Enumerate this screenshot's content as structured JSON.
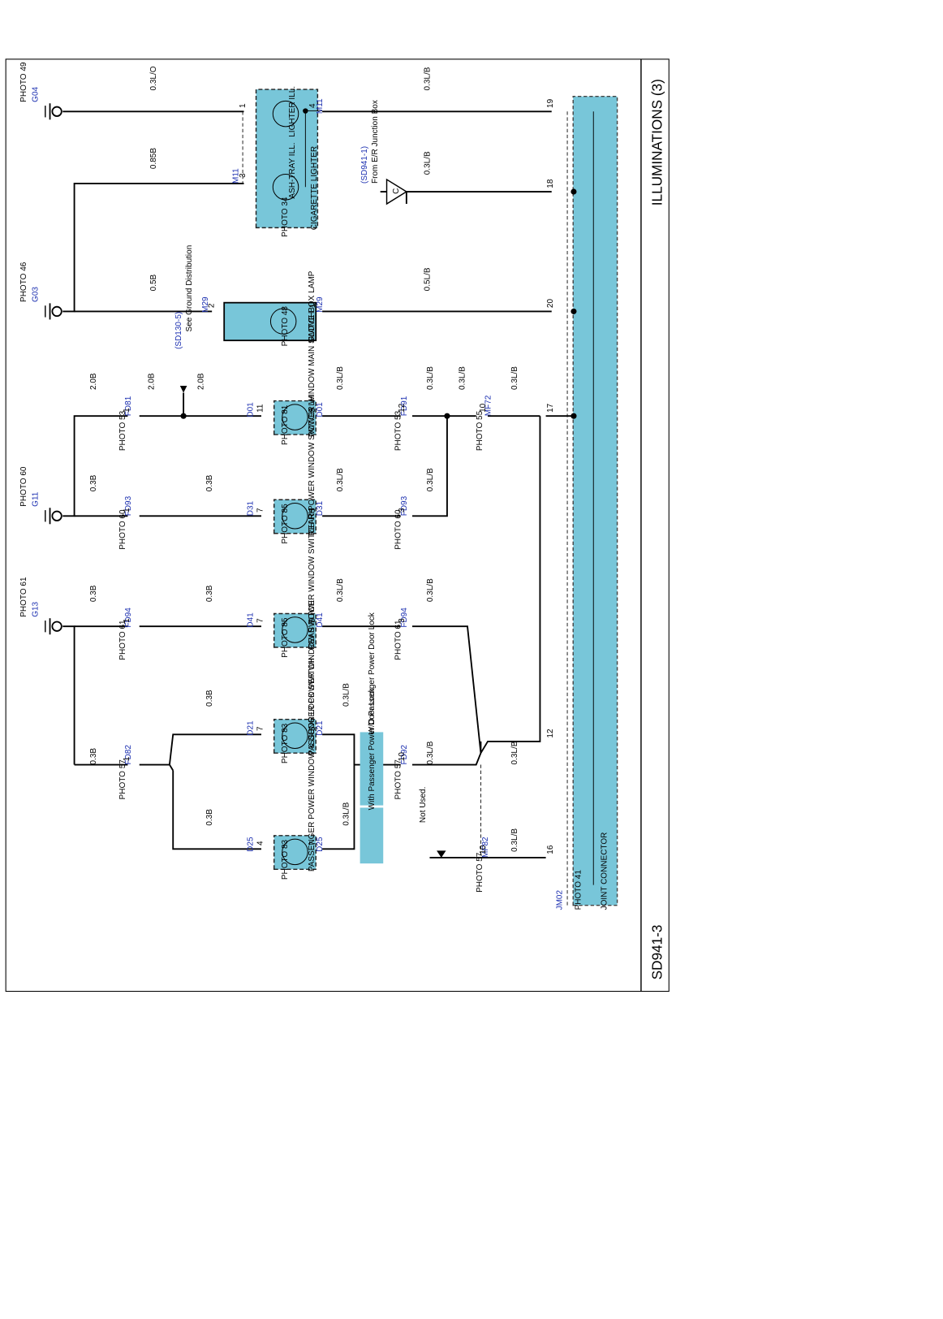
{
  "title": "ILLUMINATIONS (3)",
  "page_code": "SD941-3",
  "components": {
    "cigarette": {
      "name": "CIGARETTE LIGHTER",
      "photo": "PHOTO 34",
      "lamp1": "LIGHTER ILL.",
      "lamp2": "ASH-TRAY ILL."
    },
    "glovebox": {
      "name": "GLOVE BOX LAMP",
      "photo": "PHOTO 48"
    },
    "d01": {
      "name": "POWER WINDOW MAIN SWITCH",
      "photo": "PHOTO 81"
    },
    "d31": {
      "name": "REAR POWER WINDOW SWITCH LH",
      "photo": "PHOTO 85"
    },
    "d41": {
      "name": "REAR POWER WINDOW SWITCH RH",
      "photo": "PHOTO 85"
    },
    "d21": {
      "name": "PASSENGER POWER WINDOW SWITCH",
      "photo": "PHOTO 83"
    },
    "d25": {
      "name": "PASSENGER POWER WINDOW & DOOR LOCK SWITCH",
      "photo": "PHOTO 83"
    },
    "joint": {
      "name": "JOINT CONNECTOR",
      "photo": "PHOTO 41",
      "code": "JM02"
    }
  },
  "grounds": [
    {
      "code": "G04",
      "photo": "PHOTO 49"
    },
    {
      "code": "G03",
      "photo": "PHOTO 46"
    },
    {
      "code": "G11",
      "photo": "PHOTO 60"
    },
    {
      "code": "G13",
      "photo": "PHOTO 61"
    }
  ],
  "connectors": {
    "M11": "M11",
    "M29": "M29",
    "D01": "D01",
    "D31": "D31",
    "D41": "D41",
    "D21": "D21",
    "D25": "D25",
    "FD81": "FD81",
    "FD91": "FD91",
    "FD93": "FD93",
    "FD94": "FD94",
    "FD82": "FD82",
    "FD92": "FD92",
    "MF72": "MF72",
    "MF82": "MF82",
    "FD81_photo": "PHOTO 53",
    "FD91_photo": "PHOTO 53",
    "FD93_photo": "PHOTO 60",
    "FD94_photo": "PHOTO 61",
    "FD82_photo": "PHOTO 57",
    "FD92_photo": "PHOTO 57",
    "MF72_photo": "PHOTO 55",
    "MF82_photo": "PHOTO 57"
  },
  "wires": {
    "w03LO": "0.3L/O",
    "w03LB": "0.3L/B",
    "w085B": "0.85B",
    "w05B": "0.5B",
    "w05LB": "0.5L/B",
    "w20B": "2.0B",
    "w03B": "0.3B"
  },
  "notes": {
    "from_er": "From E/R Junction Box",
    "from_er_ref": "(SD941-1)",
    "c_label": "C",
    "ground_dist": "See Ground Distribution",
    "ground_ref": "(SD130-5)",
    "wo_pass": "W/O Passenger Power Door Lock",
    "with_pass": "With Passenger Power Door Lock",
    "not_used": "Not Used."
  },
  "pins": {
    "p1": "1",
    "p2": "2",
    "p3": "3",
    "p4": "4",
    "p5": "5",
    "p7": "7",
    "p10": "10",
    "p11": "11",
    "p12": "12",
    "p16": "16",
    "p17": "17",
    "p18": "18",
    "p19": "19",
    "p20": "20"
  }
}
